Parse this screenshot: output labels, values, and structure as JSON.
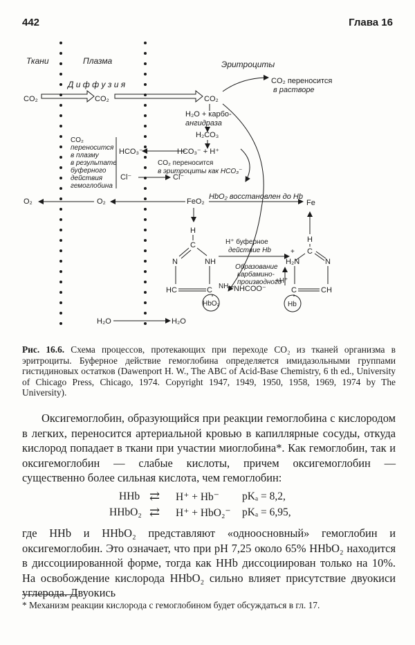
{
  "header": {
    "page_number": "442",
    "chapter": "Глава 16"
  },
  "figure": {
    "col_tissues": "Ткани",
    "col_plasma": "Плазма",
    "col_erythrocytes": "Эритроциты",
    "diffusion": "Д и ф ф у з и я",
    "co2": "CO₂",
    "co2_in_solution": [
      "CO₂ переносится",
      "в растворе"
    ],
    "carbonic_anhydrase": [
      "H₂O + карбо-",
      "ангидраза"
    ],
    "h2co3": "H₂CO₃",
    "hco3_h": "HCO₃⁻  +  H⁺",
    "hco3": "HCO₃⁻",
    "cl": "Cl⁻",
    "co2_to_plasma": [
      "CO₂",
      "переносится",
      "в плазму",
      "в результате",
      "буферного",
      "действия",
      "гемоглобина"
    ],
    "co2_to_rbc": [
      "CO₂ переносится",
      "в эритроциты как HCO₃⁻"
    ],
    "hbo2_reduced": "HbO₂ восстановлен до Hb",
    "o2": "O₂",
    "feo2": "FeO₂",
    "fe": "Fe",
    "h_buffer": [
      "H⁺ буферное",
      "действие Hb"
    ],
    "carbamino": [
      "Образование",
      "карбамино-",
      "производного"
    ],
    "h_plus": "+H⁺",
    "hbo2_circle": "HbO₂",
    "hb_circle": "Hb",
    "h2o": "H₂O",
    "atoms": {
      "H": "H",
      "C": "C",
      "N": "N",
      "NH": "NH",
      "HC": "HC",
      "CH": "CH",
      "NH2": "NH₂",
      "H2N": "H₂N",
      "plus": "+",
      "nhcoo": "NHCOO⁻"
    }
  },
  "caption": {
    "label": "Рис. 16.6.",
    "text": "Схема процессов, протекающих при переходе CO₂ из тканей организма в эритроциты. Буферное действие гемоглобина определяется имидазольными группами гистидиновых остатков (Dawenport H. W., The ABC of Acid-Base Chemistry, 6 th ed., University of Chicago Press, Chicago, 1974. Copyright 1947, 1949, 1950, 1958, 1969, 1974 by The University)."
  },
  "paragraph1": "Оксигемоглобин, образующийся при реакции гемоглобина с кислородом в легких, переносится артериальной кровью в капиллярные сосуды, откуда кислород попадает в ткани при участии миоглобина*. Как гемоглобин, так и оксигемоглобин — слабые кислоты, причем оксигемоглобин — существенно более сильная кислота, чем гемоглобин:",
  "equations": [
    {
      "left": "HHb",
      "arrow": "⇄",
      "right": "H⁺ + Hb⁻",
      "pk": "pKₐ = 8,2,"
    },
    {
      "left": "HHbO₂",
      "arrow": "⇄",
      "right": "H⁺ + HbO₂⁻",
      "pk": "pKₐ = 6,95,"
    }
  ],
  "paragraph2": "где HHb и HHbO₂ представляют «одноосновный» гемоглобин и оксигемоглобин. Это означает, что при pH 7,25 около 65% HHbO₂ находится в диссоциированной форме, тогда как HHb диссоциирован только на 10%. На освобождение кислорода HHbO₂ сильно влияет присутствие двуокиси углерода. Двуокись",
  "footnote": "* Механизм реакции кислорода с гемоглобином будет обсуждаться в гл. 17."
}
